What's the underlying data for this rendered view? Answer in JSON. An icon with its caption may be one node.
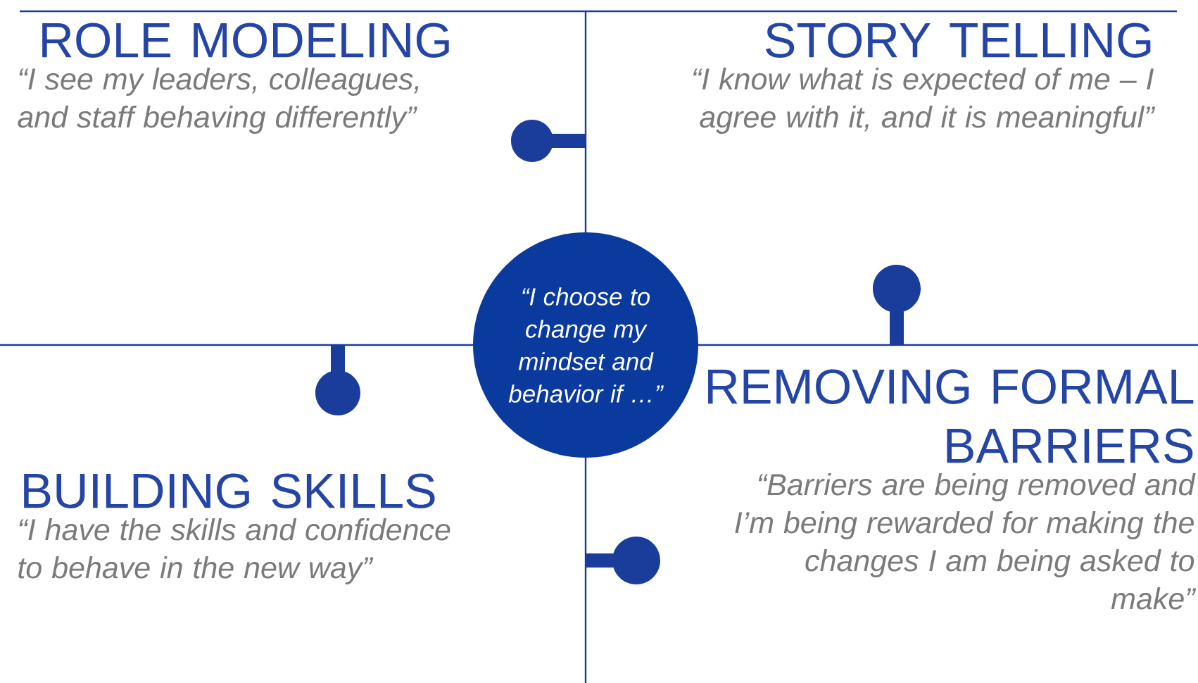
{
  "diagram": {
    "nodes": [
      {
        "text": [
          "ROLE MODELING",
          "“I see my leaders, colleagues, and staff behaving differently”"
        ]
      },
      {
        "text": [
          "STORY TELLING",
          "“I know what is expected of me – I agree with it, and it is meaningful”"
        ]
      },
      {
        "text": [
          "“I choose to change my mindset and behavior if …”"
        ]
      },
      {
        "text": [
          "BUILDING SKILLS",
          "“I have the skills and confidence to behave in the new way”"
        ]
      },
      {
        "text": [
          "REMOVING FORMAL BARRIERS",
          "“Barriers are being removed and I’m being rewarded for making the changes I am being asked to make”"
        ]
      }
    ]
  }
}
